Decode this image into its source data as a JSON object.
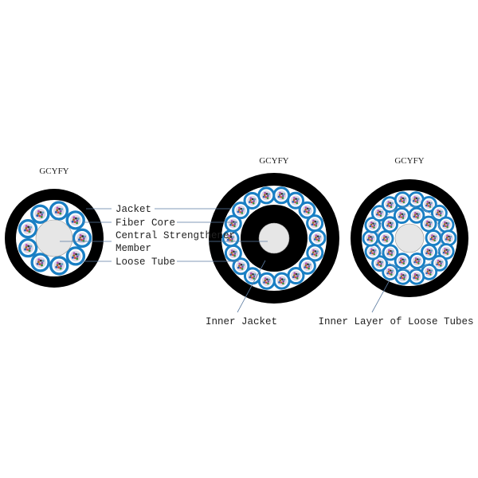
{
  "colors": {
    "jacket": "#000000",
    "tube": "#1a7fc4",
    "leader": "#5a7aa0",
    "member": "#e6e6e6"
  },
  "cables": [
    {
      "title": "GCYFY",
      "outer_tubes": 9,
      "inner_tubes": 0,
      "inner_jacket": false
    },
    {
      "title": "GCYFY",
      "outer_tubes": 18,
      "inner_tubes": 0,
      "inner_jacket": true
    },
    {
      "title": "GCYFY",
      "outer_tubes": 18,
      "inner_tubes": 10,
      "inner_jacket": false
    }
  ],
  "labels": {
    "jacket": "Jacket",
    "fiber_core": "Fiber Core",
    "central_member_1": "Central Strengthener",
    "central_member_2": "Member",
    "loose_tube": "Loose Tube",
    "inner_jacket": "Inner Jacket",
    "inner_layer": "Inner Layer of Loose Tubes"
  }
}
